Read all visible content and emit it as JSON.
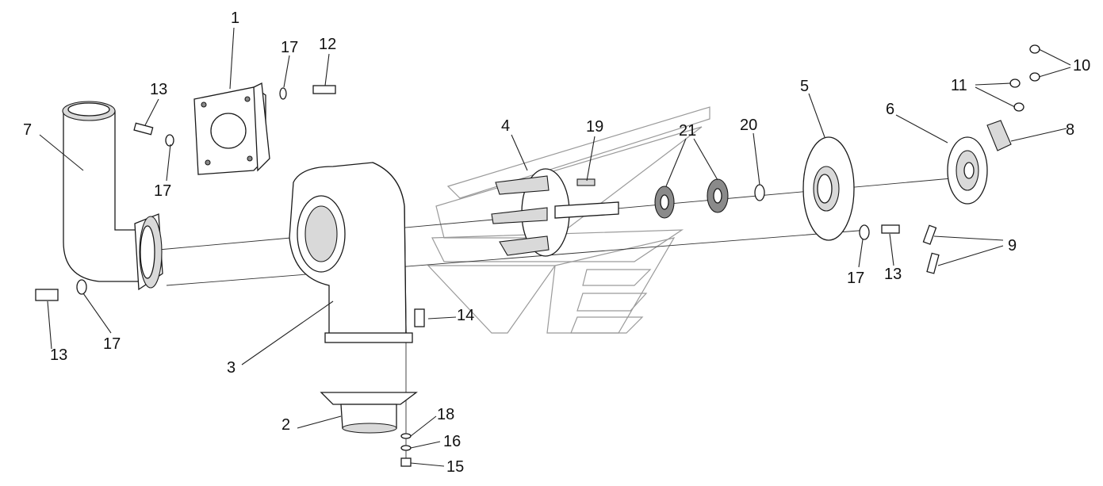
{
  "diagram": {
    "type": "exploded-assembly",
    "callouts": [
      {
        "id": "c1",
        "text": "1"
      },
      {
        "id": "c2",
        "text": "2"
      },
      {
        "id": "c3",
        "text": "3"
      },
      {
        "id": "c4",
        "text": "4"
      },
      {
        "id": "c5",
        "text": "5"
      },
      {
        "id": "c6",
        "text": "6"
      },
      {
        "id": "c7",
        "text": "7"
      },
      {
        "id": "c8",
        "text": "8"
      },
      {
        "id": "c9",
        "text": "9"
      },
      {
        "id": "c10",
        "text": "10"
      },
      {
        "id": "c11",
        "text": "11"
      },
      {
        "id": "c12",
        "text": "12"
      },
      {
        "id": "c13a",
        "text": "13"
      },
      {
        "id": "c13b",
        "text": "13"
      },
      {
        "id": "c13c",
        "text": "13"
      },
      {
        "id": "c14",
        "text": "14"
      },
      {
        "id": "c15",
        "text": "15"
      },
      {
        "id": "c16",
        "text": "16"
      },
      {
        "id": "c17a",
        "text": "17"
      },
      {
        "id": "c17b",
        "text": "17"
      },
      {
        "id": "c17c",
        "text": "17"
      },
      {
        "id": "c17d",
        "text": "17"
      },
      {
        "id": "c18",
        "text": "18"
      },
      {
        "id": "c19",
        "text": "19"
      },
      {
        "id": "c20",
        "text": "20"
      },
      {
        "id": "c21",
        "text": "21"
      }
    ]
  }
}
